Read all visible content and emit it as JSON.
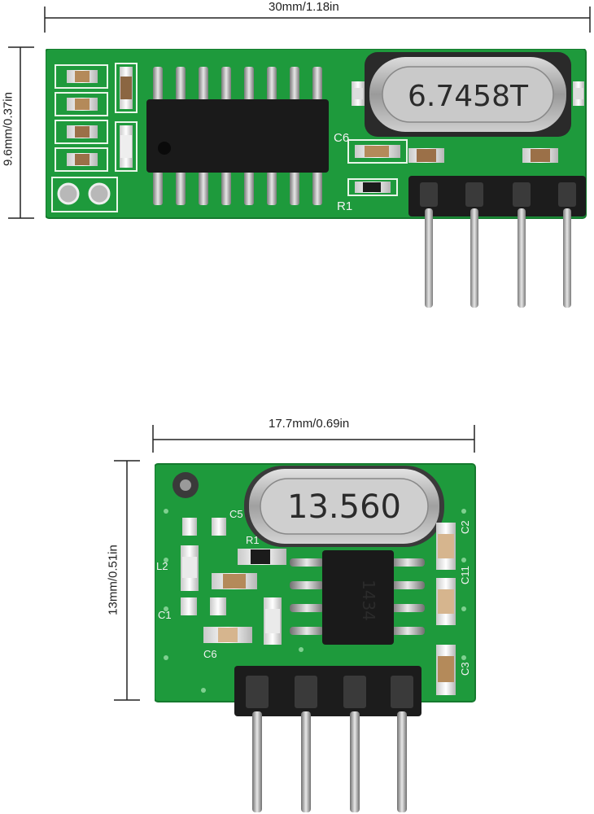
{
  "module1": {
    "width_label": "30mm/1.18in",
    "height_label": "9.6mm/0.37in",
    "crystal_label": "6.7458T",
    "silkscreen": {
      "c6": "C6",
      "r1": "R1"
    },
    "pcb_color": "#1e9a3c",
    "pin_count": 4
  },
  "module2": {
    "width_label": "17.7mm/0.69in",
    "height_label": "13mm/0.51in",
    "crystal_label": "13.560",
    "ic_label": "1434",
    "silkscreen": {
      "c5": "C5",
      "l2": "L2",
      "c1": "C1",
      "c6": "C6",
      "c2": "C2",
      "c11": "C11",
      "c3": "C3",
      "r1": "R1"
    },
    "pcb_color": "#1e9a3c",
    "pin_count": 4
  }
}
